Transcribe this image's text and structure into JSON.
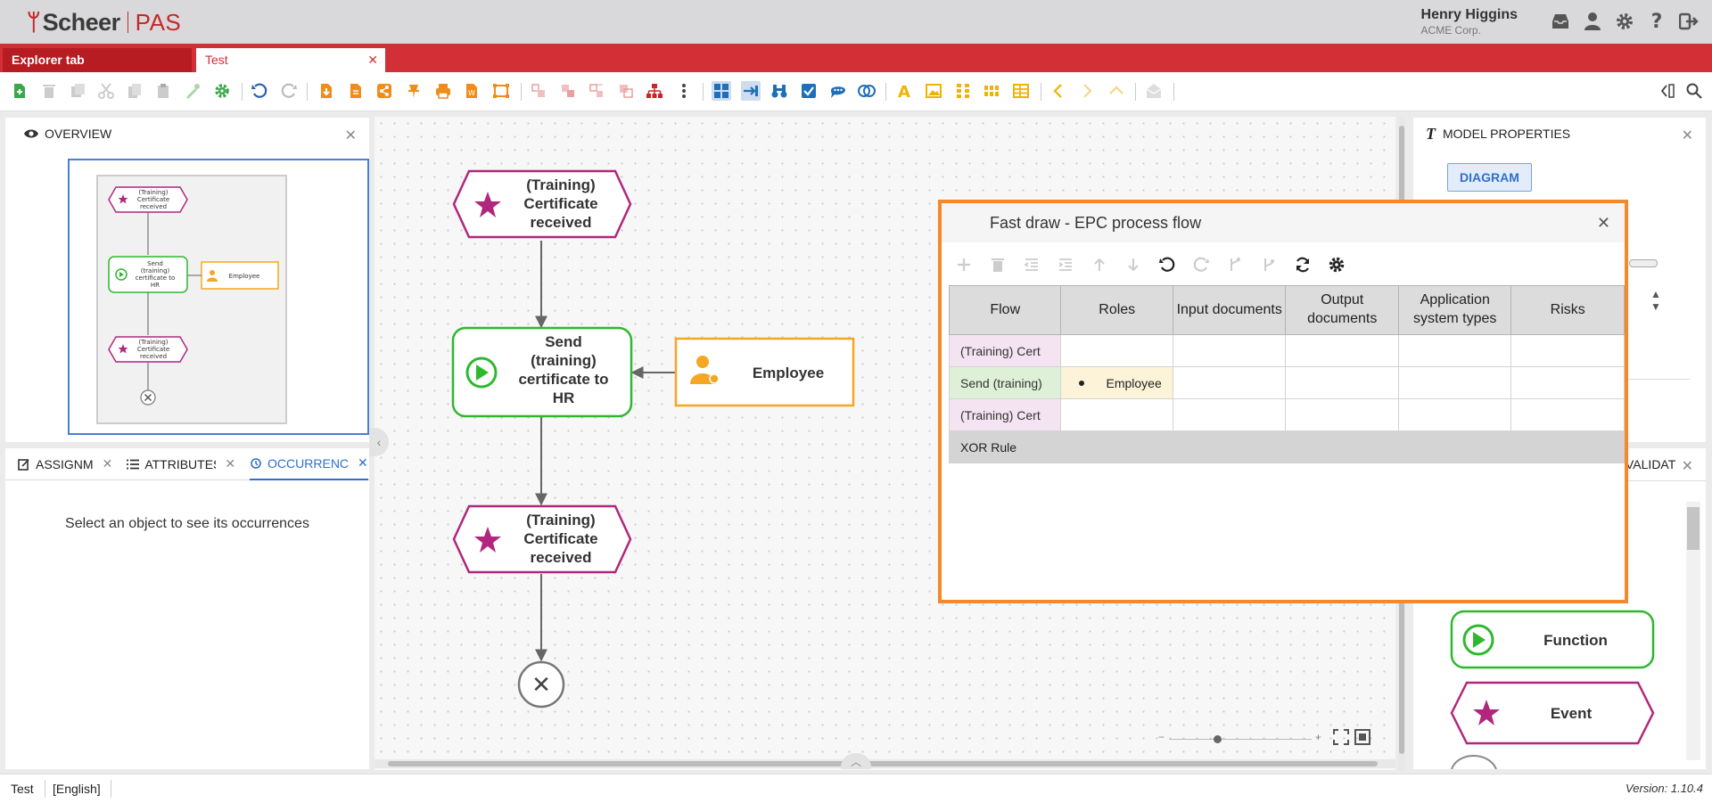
{
  "app": {
    "logo_brand": "Scheer",
    "logo_product": "PAS",
    "user_name": "Henry Higgins",
    "user_org": "ACME Corp.",
    "header_icons": [
      "inbox-icon",
      "user-icon",
      "gear-icon",
      "help-icon",
      "logout-icon"
    ]
  },
  "tabs": [
    {
      "label": "Explorer tab",
      "active": false
    },
    {
      "label": "Test",
      "active": true
    }
  ],
  "overview": {
    "title": "OVERVIEW"
  },
  "overview_mini": {
    "event1": "(Training) Certificate received",
    "function": "Send (training) certificate to HR",
    "role": "Employee",
    "event2": "(Training) Certificate received"
  },
  "side_tabs": [
    {
      "label": "ASSIGNM",
      "active": false
    },
    {
      "label": "ATTRIBUTES",
      "active": false
    },
    {
      "label": "OCCURRENC",
      "active": true
    }
  ],
  "occurrences": {
    "message": "Select an object to see its occurrences"
  },
  "diagram": {
    "event_top": [
      "(Training)",
      "Certificate",
      "received"
    ],
    "function": [
      "Send",
      "(training)",
      "certificate to",
      "HR"
    ],
    "role": "Employee",
    "event_bottom": [
      "(Training)",
      "Certificate",
      "received"
    ],
    "end_symbol": "✕"
  },
  "model_properties": {
    "title": "MODEL PROPERTIES",
    "diagram_button": "DIAGRAM"
  },
  "validation": {
    "tab_label": "VALIDAT",
    "palette": [
      {
        "label": "Function",
        "color": "#2eb82e"
      },
      {
        "label": "Event",
        "color": "#b0277d"
      }
    ]
  },
  "fast_draw": {
    "title": "Fast draw - EPC process flow",
    "columns": [
      "Flow",
      "Roles",
      "Input documents",
      "Output documents",
      "Application system types",
      "Risks"
    ],
    "rows": [
      {
        "flow": "(Training) Cert",
        "type": "event",
        "roles": ""
      },
      {
        "flow": "Send (training)",
        "type": "function",
        "roles": "Employee"
      },
      {
        "flow": "(Training) Cert",
        "type": "event",
        "roles": ""
      },
      {
        "flow": "XOR Rule",
        "type": "rule",
        "roles": ""
      }
    ]
  },
  "status": {
    "doc": "Test",
    "language": "[English]",
    "version": "Version: 1.10.4"
  },
  "colors": {
    "brand_red": "#d32f36",
    "event_magenta": "#b0277d",
    "function_green": "#2eb82e",
    "role_orange": "#f5a623",
    "dialog_border": "#f5882b",
    "active_blue": "#2f6fd0"
  }
}
